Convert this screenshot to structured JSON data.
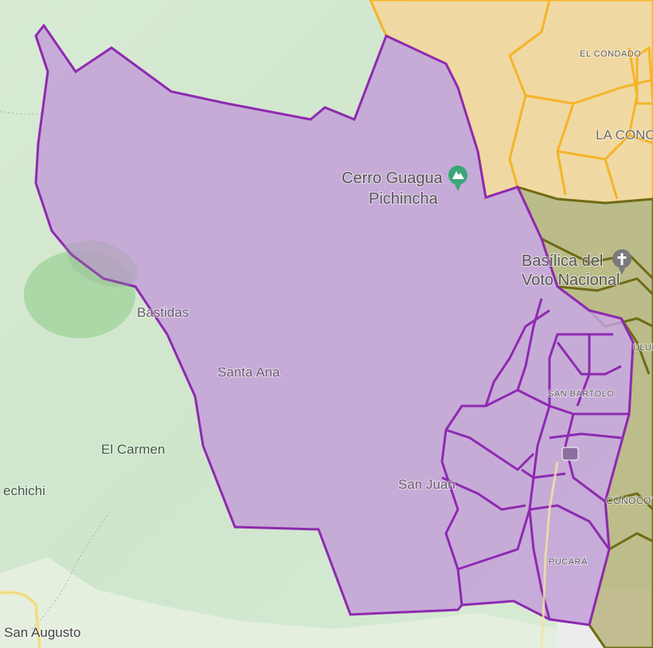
{
  "map": {
    "colors": {
      "terrain": "#d6ead2",
      "district_fill": "#c4a0d8",
      "district_stroke": "#8e2ab0",
      "north_zone": "#f6d69a",
      "north_stroke": "#f5b429",
      "olive_zone": "#b3ae72",
      "olive_stroke": "#6f6a16"
    },
    "labels": {
      "el_condado": "EL CONDADO",
      "la_concepcion": "LA CONC",
      "cerro_line1": "Cerro Guagua",
      "cerro_line2": "Pichincha",
      "basilica_line1": "Basílica del",
      "basilica_line2": "Voto Nacional",
      "bastidas": "Bastidas",
      "santa_ana": "Santa Ana",
      "el_carmen": "El Carmen",
      "echichi": "echichi",
      "san_juan": "San Juan",
      "san_bartolo": "SAN BARTOLO",
      "conocoto": "CONOCOT",
      "turubamba": "ULUN",
      "pucara": "PUCARÁ",
      "san_augusto": "San Augusto"
    },
    "icons": {
      "mountain": "mountain-icon",
      "church": "church-icon"
    }
  }
}
